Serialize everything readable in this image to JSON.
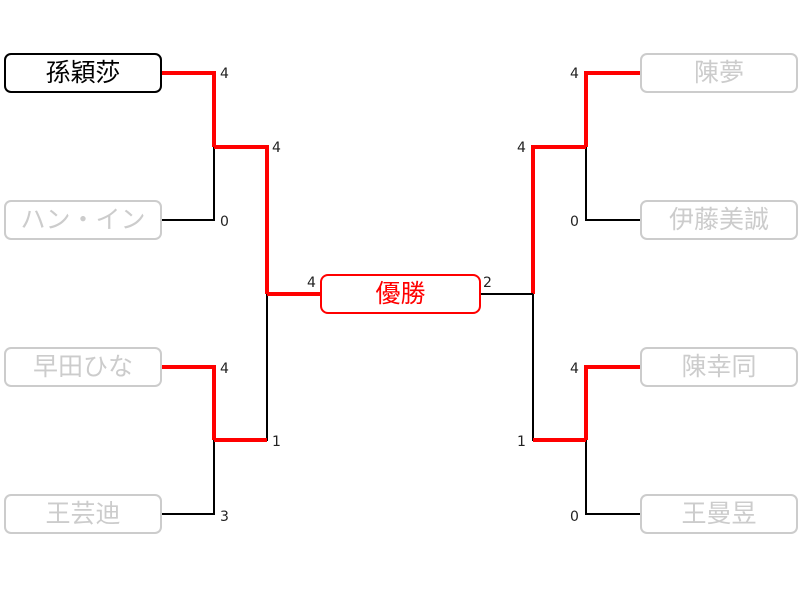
{
  "title": "Tournament bracket",
  "champion_label": "優勝",
  "colors": {
    "winner_line": "#ff0000",
    "loser_line": "#000000",
    "eliminated_text": "#cccccc",
    "champion": "#ff0000"
  },
  "left": {
    "players": [
      {
        "name": "孫穎莎",
        "score": "4",
        "winner": true,
        "status": "champion"
      },
      {
        "name": "ハン・イン",
        "score": "0",
        "winner": false
      },
      {
        "name": "早田ひな",
        "score": "4",
        "winner": true
      },
      {
        "name": "王芸迪",
        "score": "3",
        "winner": false
      }
    ],
    "semis": [
      {
        "score": "4",
        "winner": true
      },
      {
        "score": "1",
        "winner": false
      }
    ],
    "final_score": "4"
  },
  "right": {
    "players": [
      {
        "name": "陳夢",
        "score": "4",
        "winner": true
      },
      {
        "name": "伊藤美誠",
        "score": "0",
        "winner": false
      },
      {
        "name": "陳幸同",
        "score": "4",
        "winner": true
      },
      {
        "name": "王曼昱",
        "score": "0",
        "winner": false
      }
    ],
    "semis": [
      {
        "score": "4",
        "winner": true
      },
      {
        "score": "1",
        "winner": false
      }
    ],
    "final_score": "2"
  }
}
